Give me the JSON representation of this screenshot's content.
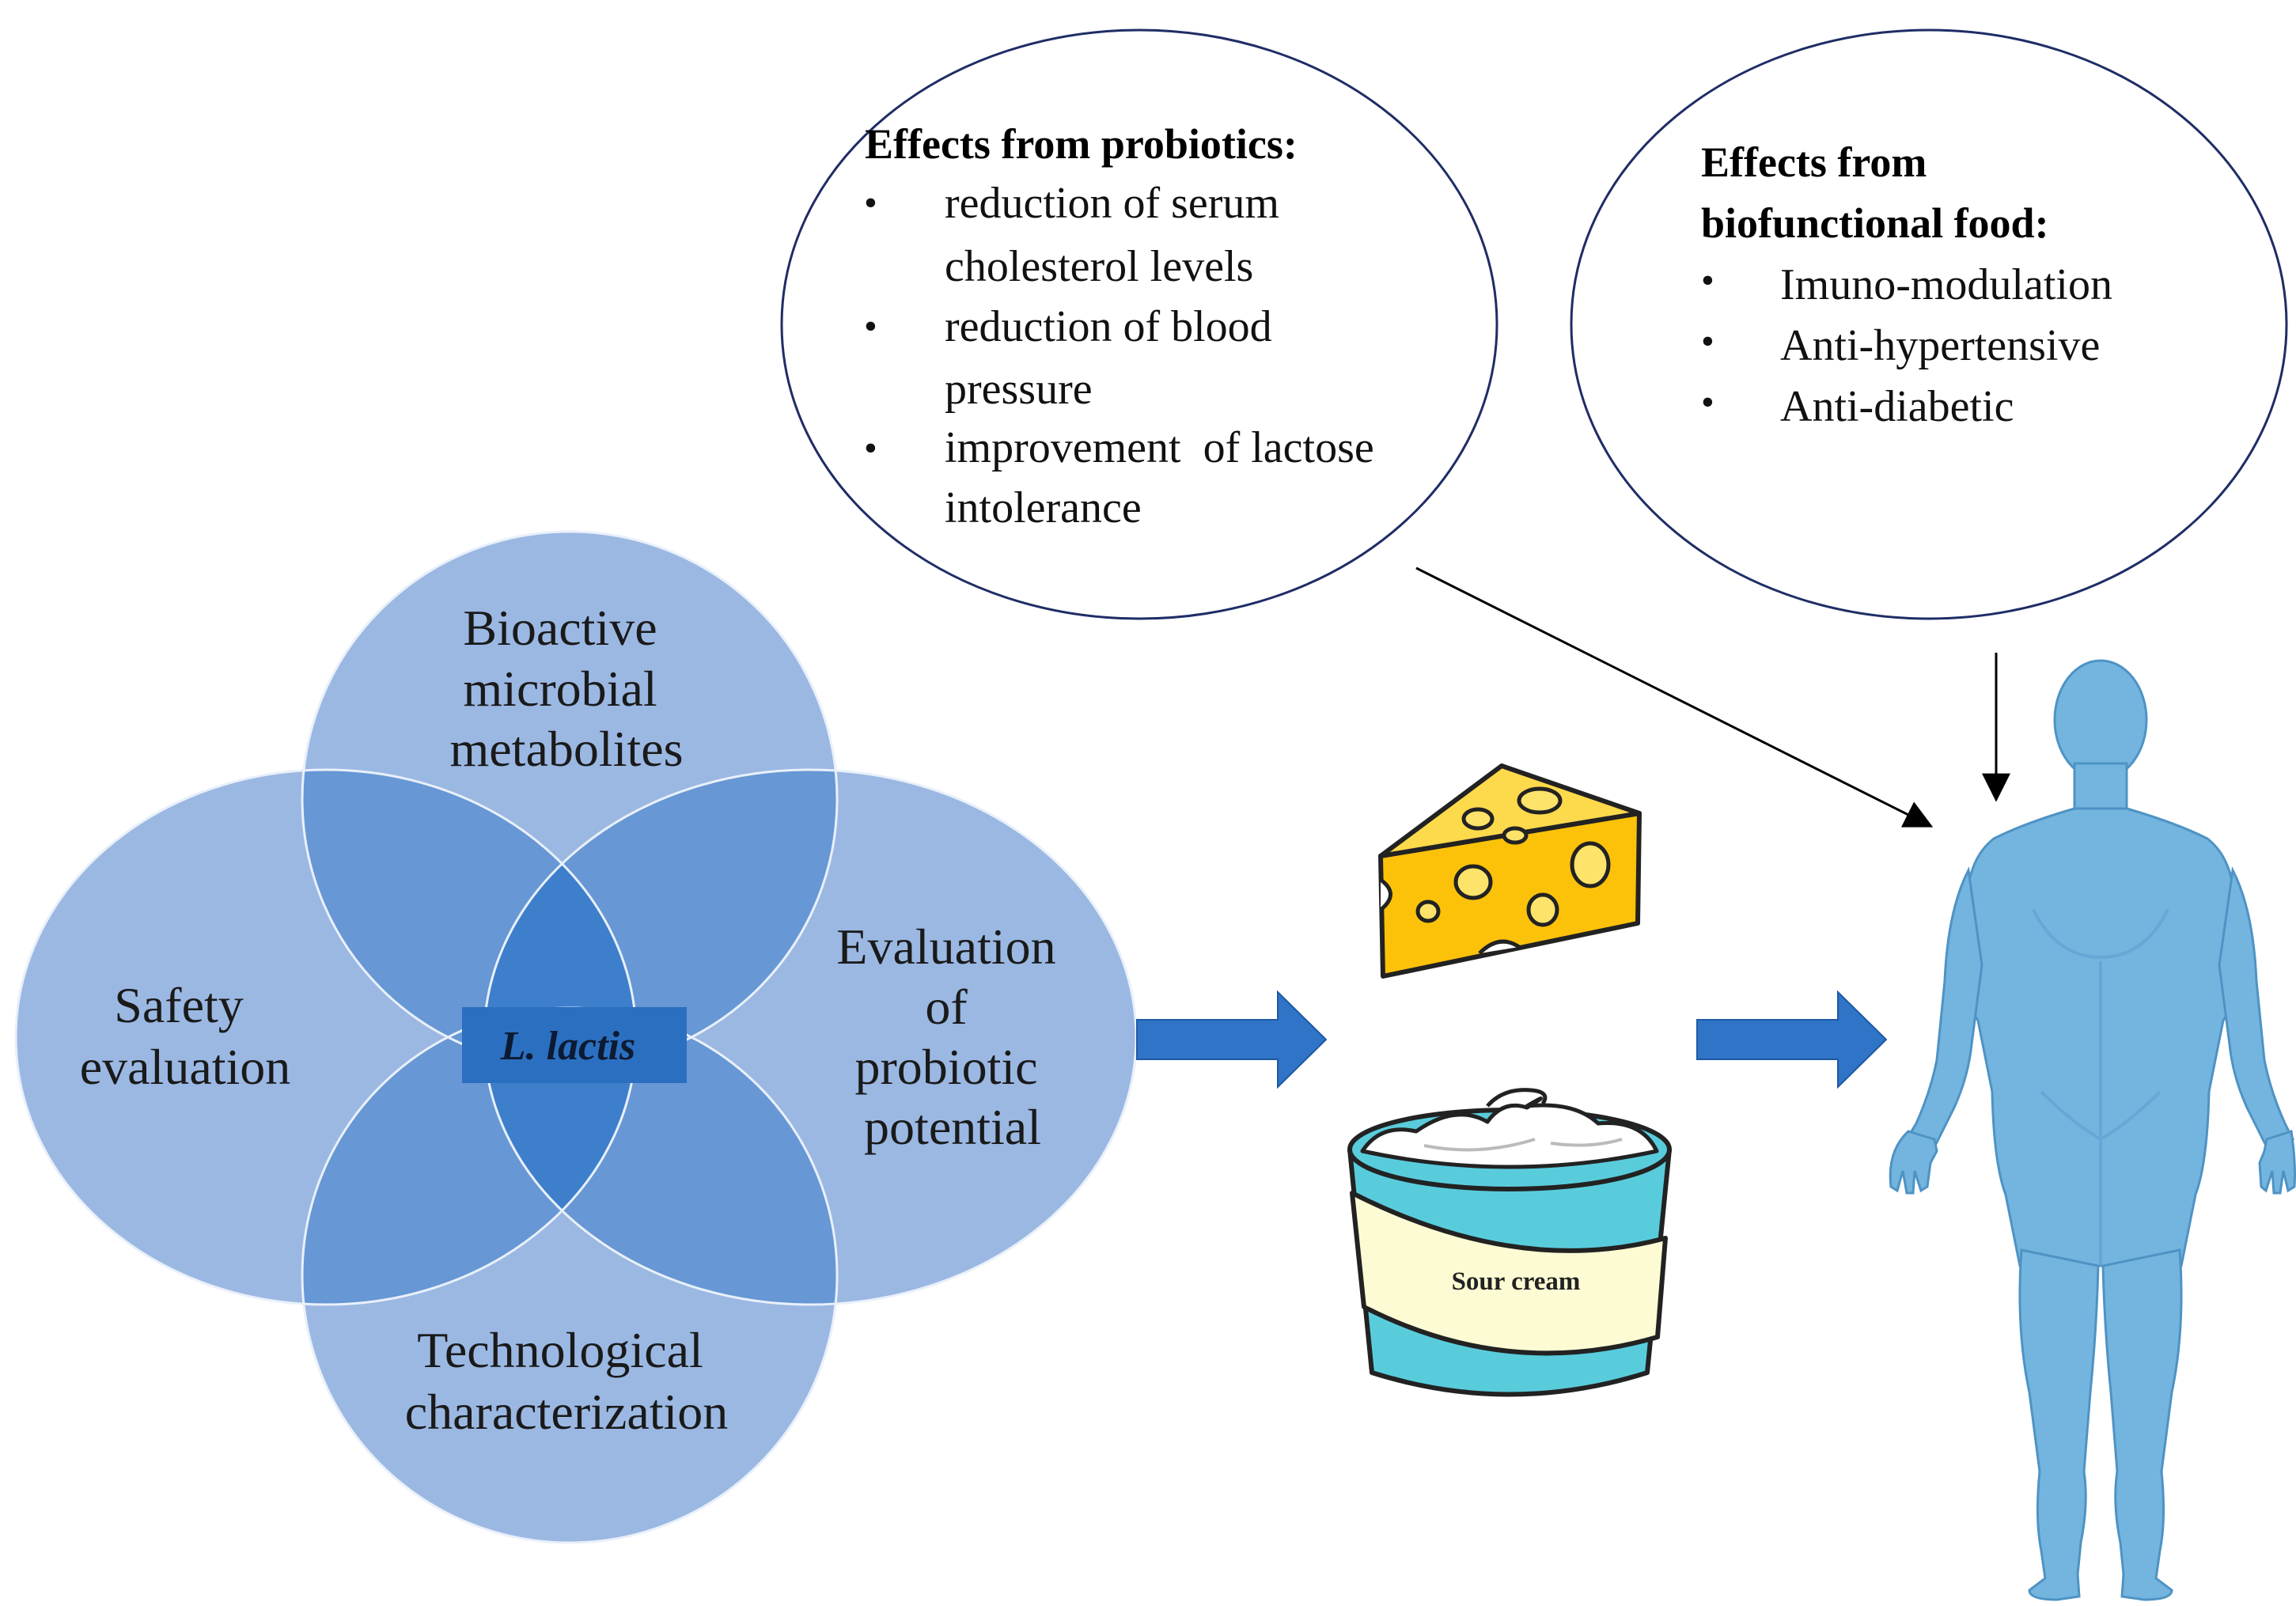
{
  "venn": {
    "center_label": "L. lactis",
    "top_label": [
      "Bioactive",
      "microbial",
      "metabolites"
    ],
    "left_label": [
      "Safety",
      "evaluation"
    ],
    "right_label": [
      "Evaluation",
      "of",
      "probiotic",
      "potential"
    ],
    "bottom_label": [
      "Technological",
      "characterization"
    ]
  },
  "effects_probiotics": {
    "title": "Effects from probiotics:",
    "items": [
      [
        "reduction of serum",
        "cholesterol levels"
      ],
      [
        "reduction of blood",
        "pressure"
      ],
      [
        "improvement  of lactose",
        "intolerance"
      ]
    ]
  },
  "effects_biofunctional": {
    "title": [
      "Effects from",
      "biofunctional food:"
    ],
    "items": [
      "Imuno-modulation",
      "Anti-hypertensive",
      "Anti-diabetic"
    ]
  },
  "products": {
    "cheese_icon": "cheese-icon",
    "sour_cream_label": "Sour cream"
  },
  "human_icon": "human-body-icon",
  "colors": {
    "circle_fill": "#9bb8e3",
    "overlap2": "#6797d4",
    "overlap_center": "#3e7fcc",
    "center_box": "#2b6fc0",
    "arrow": "#2f74c6",
    "human": "#74b5e0",
    "cheese": "#fcc20a",
    "jar_teal": "#59ccdc",
    "jar_band": "#fdfbd3"
  }
}
